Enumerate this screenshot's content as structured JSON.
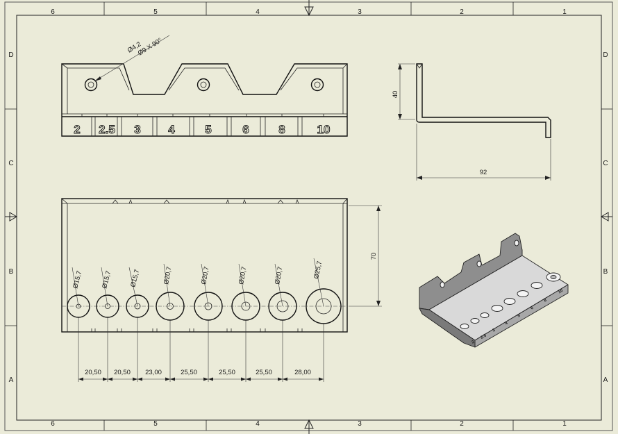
{
  "sheet": {
    "columns_top": [
      "6",
      "5",
      "4",
      "3",
      "2",
      "1"
    ],
    "columns_bottom": [
      "6",
      "5",
      "4",
      "3",
      "2",
      "1"
    ],
    "rows_left": [
      "D",
      "C",
      "B",
      "A"
    ],
    "rows_right": [
      "D",
      "C",
      "B",
      "A"
    ]
  },
  "front_view": {
    "hole_note_1": "Ø4,2",
    "hole_note_2": "Ø9 X 90°",
    "labels": [
      "2",
      "2.5",
      "3",
      "4",
      "5",
      "6",
      "8",
      "10"
    ]
  },
  "side_view": {
    "height_dim": "40",
    "width_dim": "92"
  },
  "top_view": {
    "depth_dim": "70",
    "hole_diameters": [
      "Ø15,7",
      "Ø15,7",
      "Ø15,7",
      "Ø20,7",
      "Ø20,7",
      "Ø20,7",
      "Ø20,7",
      "Ø25,7"
    ],
    "spacings": [
      "20,50",
      "20,50",
      "23,00",
      "25,50",
      "25,50",
      "25,50",
      "28,00"
    ]
  },
  "iso_view": {
    "labels": [
      "2",
      "2.5",
      "3",
      "4",
      "5",
      "6",
      "8",
      "10"
    ]
  }
}
